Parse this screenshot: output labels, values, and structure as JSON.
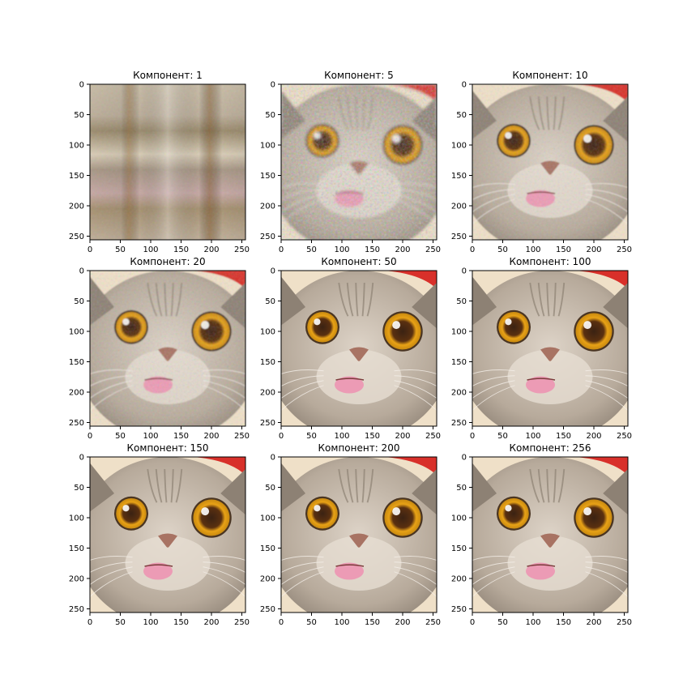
{
  "figure": {
    "panels": [
      {
        "title": "Компонент: 1",
        "components": 1
      },
      {
        "title": "Компонент: 5",
        "components": 5
      },
      {
        "title": "Компонент: 10",
        "components": 10
      },
      {
        "title": "Компонент: 20",
        "components": 20
      },
      {
        "title": "Компонент: 50",
        "components": 50
      },
      {
        "title": "Компонент: 100",
        "components": 100
      },
      {
        "title": "Компонент: 150",
        "components": 150
      },
      {
        "title": "Компонент: 200",
        "components": 200
      },
      {
        "title": "Компонент: 256",
        "components": 256
      }
    ],
    "x_ticks": [
      "0",
      "50",
      "100",
      "150",
      "200",
      "250"
    ],
    "y_ticks": [
      "0",
      "50",
      "100",
      "150",
      "200",
      "250"
    ],
    "x_tick_values": [
      0,
      50,
      100,
      150,
      200,
      250
    ],
    "y_tick_values": [
      0,
      50,
      100,
      150,
      200,
      250
    ],
    "axis_max": 256
  },
  "colors": {
    "fur": "#b9ad9f",
    "fur_dark": "#8d8174",
    "fur_light": "#e6ddd2",
    "eye_ring": "#e3a21a",
    "pupil": "#2b1a0f",
    "tongue": "#ec9bb5",
    "nose": "#a87363",
    "hat": "#d8302a",
    "background": "#efe0c8"
  }
}
